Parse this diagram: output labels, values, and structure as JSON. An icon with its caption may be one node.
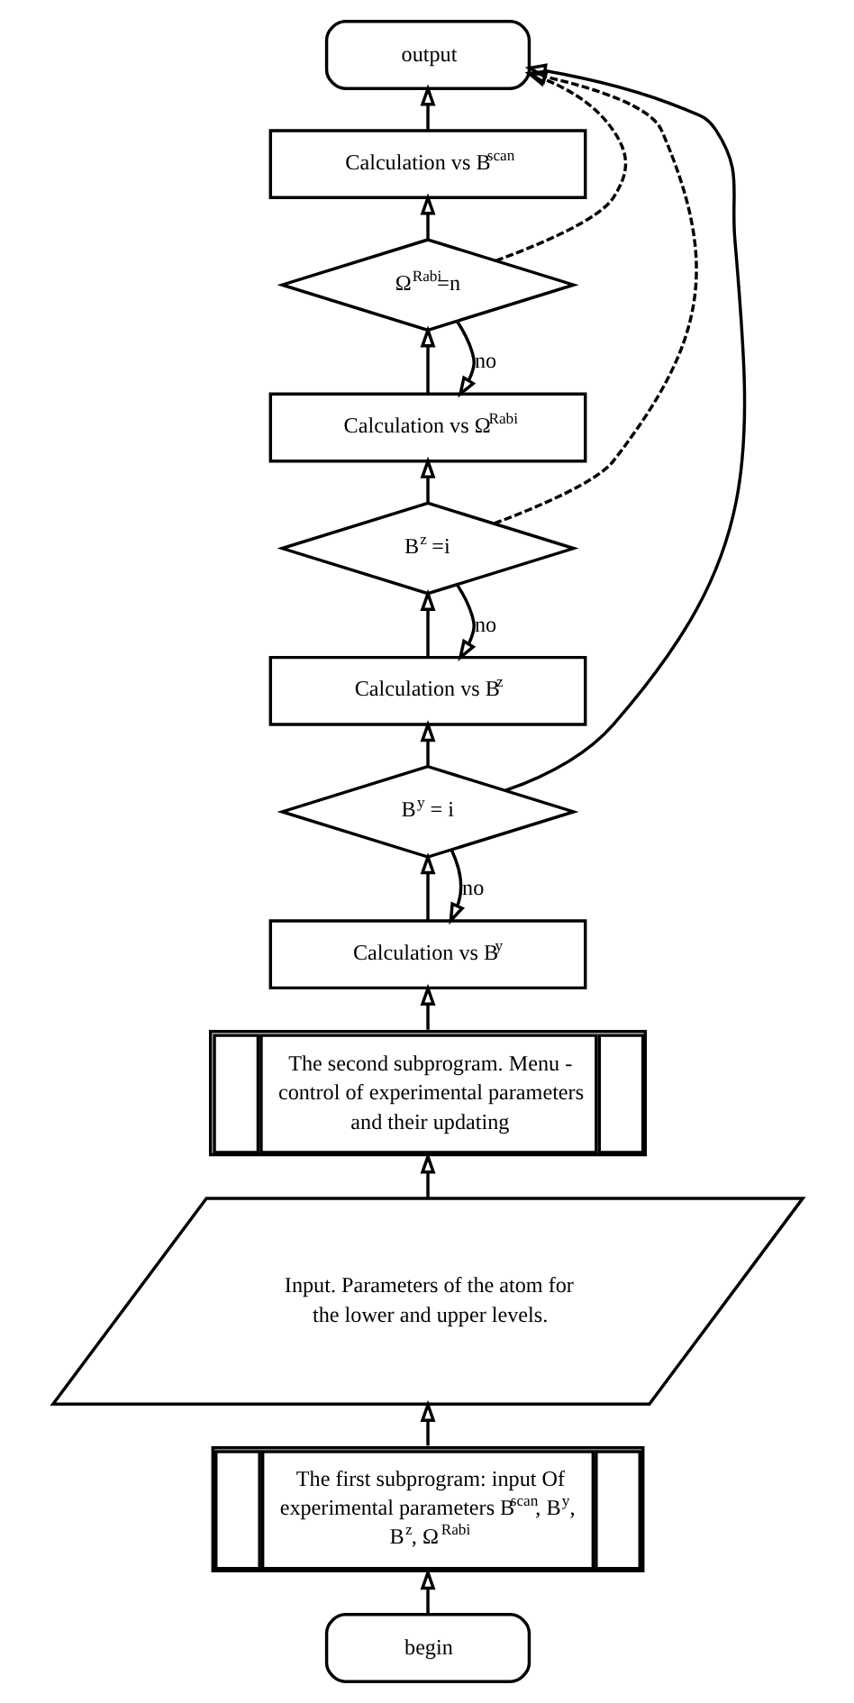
{
  "diagram": {
    "nodes": [
      {
        "text": [
          "begin"
        ]
      },
      {
        "text": [
          "The first subprogram: input Of experimental parameters B$^{scan}$, B$^{y}$, B$^{z}$, Ω$^{Rabi}$"
        ]
      },
      {
        "text": [
          "Input. Parameters of the atom for the lower and upper levels."
        ]
      },
      {
        "text": [
          "The second subprogram. Menu - control of experimental parameters and their updating"
        ]
      },
      {
        "text": [
          "Calculation vs B$^{y}$"
        ]
      },
      {
        "text": [
          "B$^{y}$ = i"
        ]
      },
      {
        "text": [
          "Calculation vs B$^{z}$"
        ]
      },
      {
        "text": [
          "B$^{z}$ =i"
        ]
      },
      {
        "text": [
          "Calculation vs Ω$^{Rabi}$"
        ]
      },
      {
        "text": [
          "Ω$^{Rabi}$=n"
        ]
      },
      {
        "text": [
          "Calculation vs B$^{scan}$"
        ]
      },
      {
        "text": [
          "output"
        ]
      }
    ],
    "edges": [
      {
        "from": 0,
        "to": 1,
        "arrow": "to"
      },
      {
        "from": 1,
        "to": 2,
        "arrow": "to"
      },
      {
        "from": 2,
        "to": 3,
        "arrow": "to"
      },
      {
        "from": 3,
        "to": 4,
        "arrow": "to"
      },
      {
        "from": 4,
        "to": 5,
        "arrow": "to"
      },
      {
        "from": 5,
        "to": 6,
        "arrow": "to"
      },
      {
        "from": 5,
        "to": 4,
        "arrow": "to",
        "label": "no"
      },
      {
        "from": 6,
        "to": 7,
        "arrow": "to"
      },
      {
        "from": 7,
        "to": 6,
        "arrow": "to",
        "label": "no"
      },
      {
        "from": 7,
        "to": 8,
        "arrow": "to"
      },
      {
        "from": 8,
        "to": 9,
        "arrow": "to"
      },
      {
        "from": 9,
        "to": 8,
        "arrow": "to",
        "label": "no"
      },
      {
        "from": 9,
        "to": 10,
        "arrow": "to"
      },
      {
        "from": 10,
        "to": 11,
        "arrow": "to"
      },
      {
        "from": 5,
        "to": 11,
        "arrow": "to"
      },
      {
        "from": 7,
        "to": 11,
        "arrow": "to",
        "style": "dashed"
      },
      {
        "from": 9,
        "to": 11,
        "arrow": "to",
        "style": "dashed"
      }
    ]
  }
}
